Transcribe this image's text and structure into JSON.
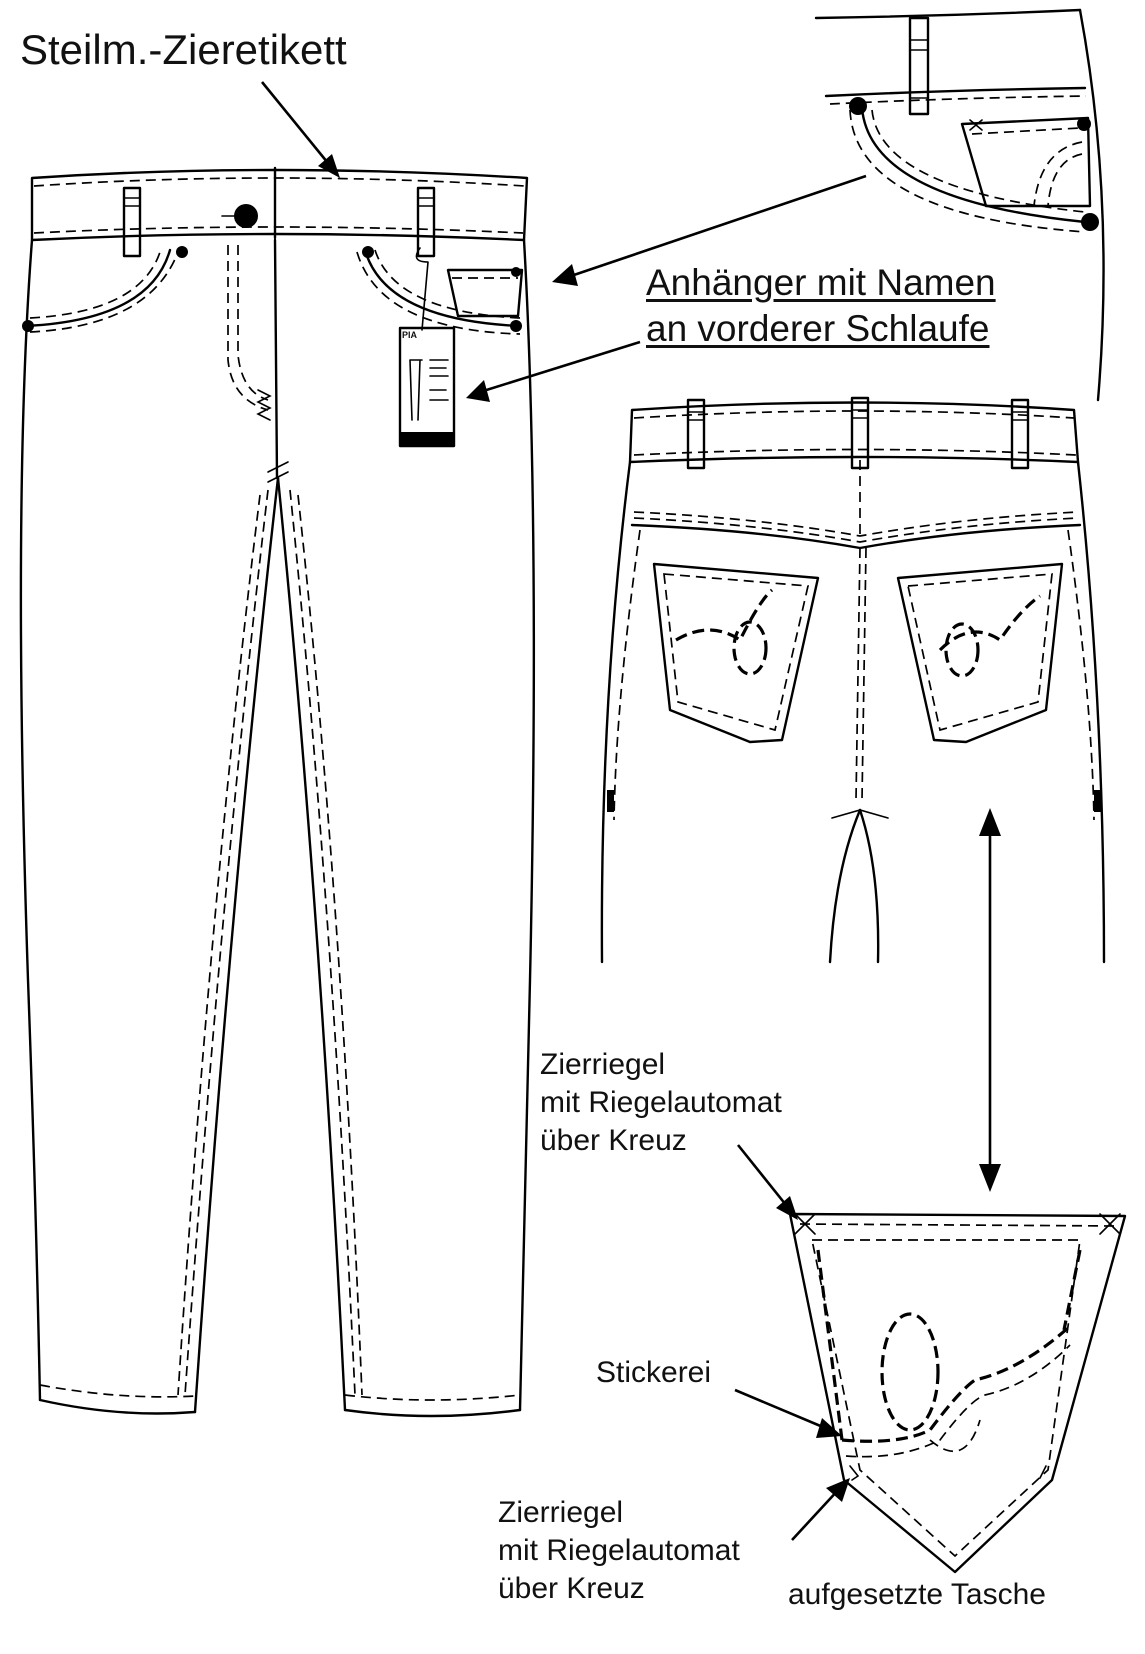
{
  "labels": {
    "zieretikett": "Steilm.-Zieretikett",
    "anhaenger_line1": "Anhänger mit Namen",
    "anhaenger_line2": "an vorderer Schlaufe",
    "zierriegel_top_line1": "Zierriegel",
    "zierriegel_top_line2": "mit Riegelautomat",
    "zierriegel_top_line3": "über Kreuz",
    "stickerei": "Stickerei",
    "zierriegel_bottom_line1": "Zierriegel",
    "zierriegel_bottom_line2": "mit Riegelautomat",
    "zierriegel_bottom_line3": "über Kreuz",
    "tasche": "aufgesetzte Tasche"
  },
  "hang_tag": {
    "brand": "PIA"
  },
  "colors": {
    "ink": "#000000",
    "paper": "#ffffff"
  }
}
